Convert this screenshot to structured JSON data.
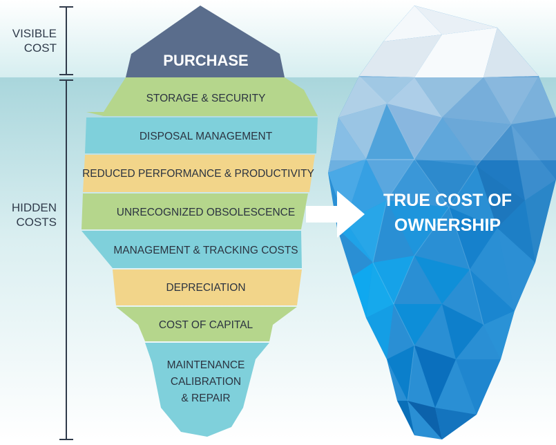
{
  "scale": {
    "visible_label_line1": "VISIBLE",
    "visible_label_line2": "COST",
    "hidden_label_line1": "HIDDEN",
    "hidden_label_line2": "COSTS"
  },
  "iceberg_left": {
    "tip_label": "PURCHASE",
    "bands": [
      {
        "label": "STORAGE & SECURITY",
        "color": "#b5d68c"
      },
      {
        "label": "DISPOSAL MANAGEMENT",
        "color": "#7fd0db"
      },
      {
        "label": "REDUCED PERFORMANCE & PRODUCTIVITY",
        "color": "#f2d58a"
      },
      {
        "label": "UNRECOGNIZED OBSOLESCENCE",
        "color": "#b5d68c"
      },
      {
        "label": "MANAGEMENT & TRACKING COSTS",
        "color": "#7fd0db"
      },
      {
        "label": "DEPRECIATION",
        "color": "#f2d58a"
      },
      {
        "label": "COST OF CAPITAL",
        "color": "#b5d68c"
      }
    ],
    "bottom_lines": [
      "MAINTENANCE",
      "CALIBRATION",
      "& REPAIR"
    ],
    "bottom_color": "#7fd0db",
    "tip_color": "#5a6d8c"
  },
  "iceberg_right": {
    "title_line1": "TRUE COST OF",
    "title_line2": "OWNERSHIP"
  },
  "colors": {
    "sky": "#ffffff",
    "water_top": "#bfe3e6",
    "water_bottom": "#ffffff",
    "ice_dark": "#1a7cc4",
    "ice_light": "#4fb5ea"
  }
}
